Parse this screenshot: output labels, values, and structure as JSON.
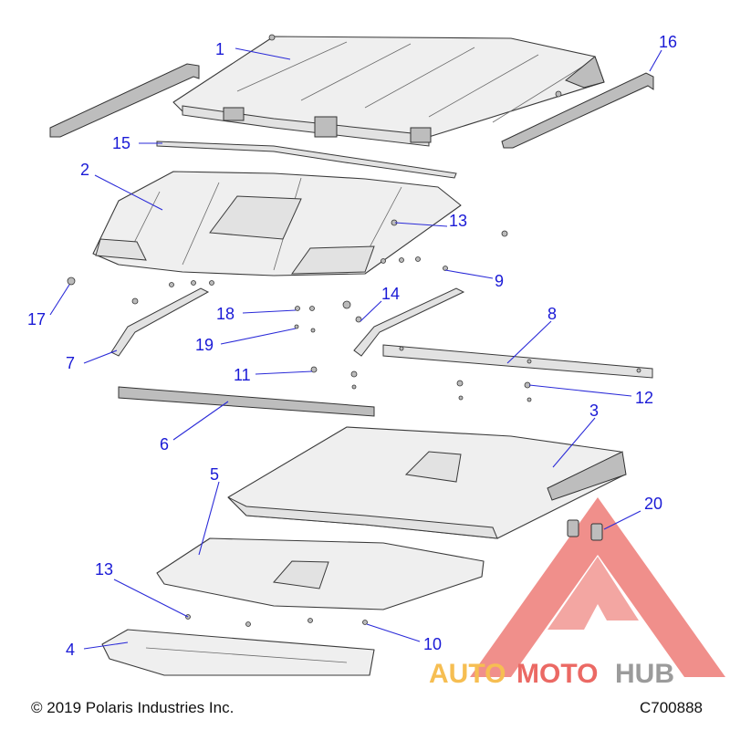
{
  "diagram": {
    "callouts": {
      "c1": "1",
      "c2": "2",
      "c3": "3",
      "c4": "4",
      "c5": "5",
      "c6": "6",
      "c7": "7",
      "c8": "8",
      "c9": "9",
      "c10": "10",
      "c11": "11",
      "c12": "12",
      "c13a": "13",
      "c13b": "13",
      "c14": "14",
      "c15": "15",
      "c16": "16",
      "c17": "17",
      "c18": "18",
      "c19": "19",
      "c20": "20"
    },
    "copyright": "© 2019 Polaris Industries Inc.",
    "code": "C700888"
  },
  "watermark": {
    "part1": "AUTO",
    "part2": "MOTO",
    "part3": "HUB",
    "colors": {
      "orange": "#f5b335",
      "red": "#e8504a",
      "gray": "#8a8a8a"
    }
  },
  "colors": {
    "callout": "#1a1ad6"
  }
}
